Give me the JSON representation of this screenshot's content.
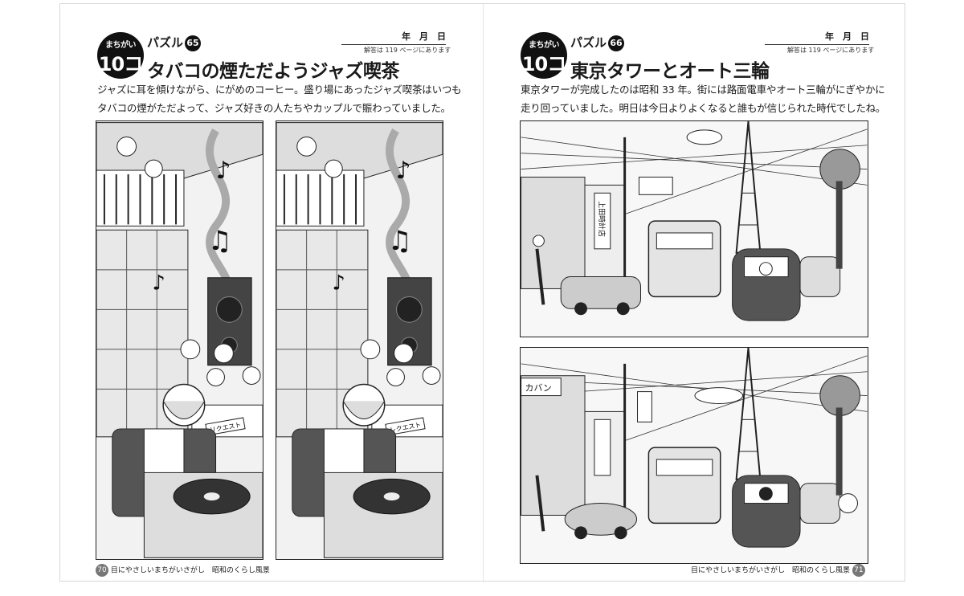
{
  "left_page": {
    "badge_small": "まちがい",
    "badge_count": "10コ",
    "puzzle_label": "パズル",
    "puzzle_number": "65",
    "title": "タバコの煙ただようジャズ喫茶",
    "date_label": "年　月　日",
    "answer_note": "解答は 119 ページにあります",
    "intro_line1": "ジャズに耳を傾けながら、にがめのコーヒー。盛り場にあったジャズ喫茶はいつも",
    "intro_line2": "タバコの煙がただよって、ジャズ好きの人たちやカップルで賑わっていました。",
    "note_left": "リクエスト",
    "note_right": "レクエスト",
    "footer_page": "70",
    "footer_text": "目にやさしいまちがいさがし　昭和のくらし風景"
  },
  "right_page": {
    "badge_small": "まちがい",
    "badge_count": "10コ",
    "puzzle_label": "パズル",
    "puzzle_number": "66",
    "title": "東京タワーとオート三輪",
    "date_label": "年　月　日",
    "answer_note": "解答は 119 ページにあります",
    "intro_line1": "東京タワーが完成したのは昭和 33 年。街には路面電車やオート三輪がにぎやかに",
    "intro_line2": "走り回っていました。明日は今日よりよくなると誰もが信じられた時代でしたね。",
    "shop_sign": "上田時計店",
    "bag_sign": "カバン",
    "footer_text": "目にやさしいまちがいさがし　昭和のくらし風景",
    "footer_page": "71"
  }
}
